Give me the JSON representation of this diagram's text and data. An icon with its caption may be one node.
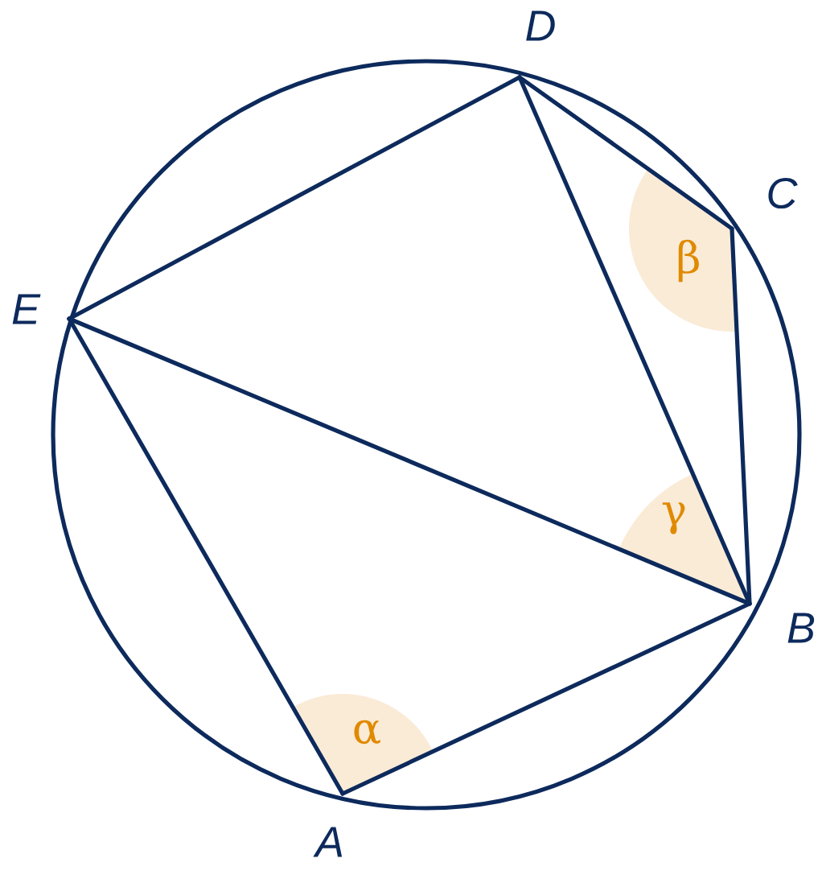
{
  "diagram": {
    "nodes": [
      {
        "text": [
          "A"
        ]
      },
      {
        "text": [
          "B"
        ]
      },
      {
        "text": [
          "C"
        ]
      },
      {
        "text": [
          "D"
        ]
      },
      {
        "text": [
          "E"
        ]
      }
    ],
    "edges": [
      {
        "from": 0,
        "to": 1,
        "arrow": "none"
      },
      {
        "from": 1,
        "to": 2,
        "arrow": "none"
      },
      {
        "from": 2,
        "to": 3,
        "arrow": "none"
      },
      {
        "from": 3,
        "to": 4,
        "arrow": "none"
      },
      {
        "from": 4,
        "to": 0,
        "arrow": "none"
      },
      {
        "from": 4,
        "to": 1,
        "arrow": "none"
      },
      {
        "from": 3,
        "to": 1,
        "arrow": "none"
      }
    ],
    "labels": [
      "α",
      "β",
      "γ"
    ]
  }
}
